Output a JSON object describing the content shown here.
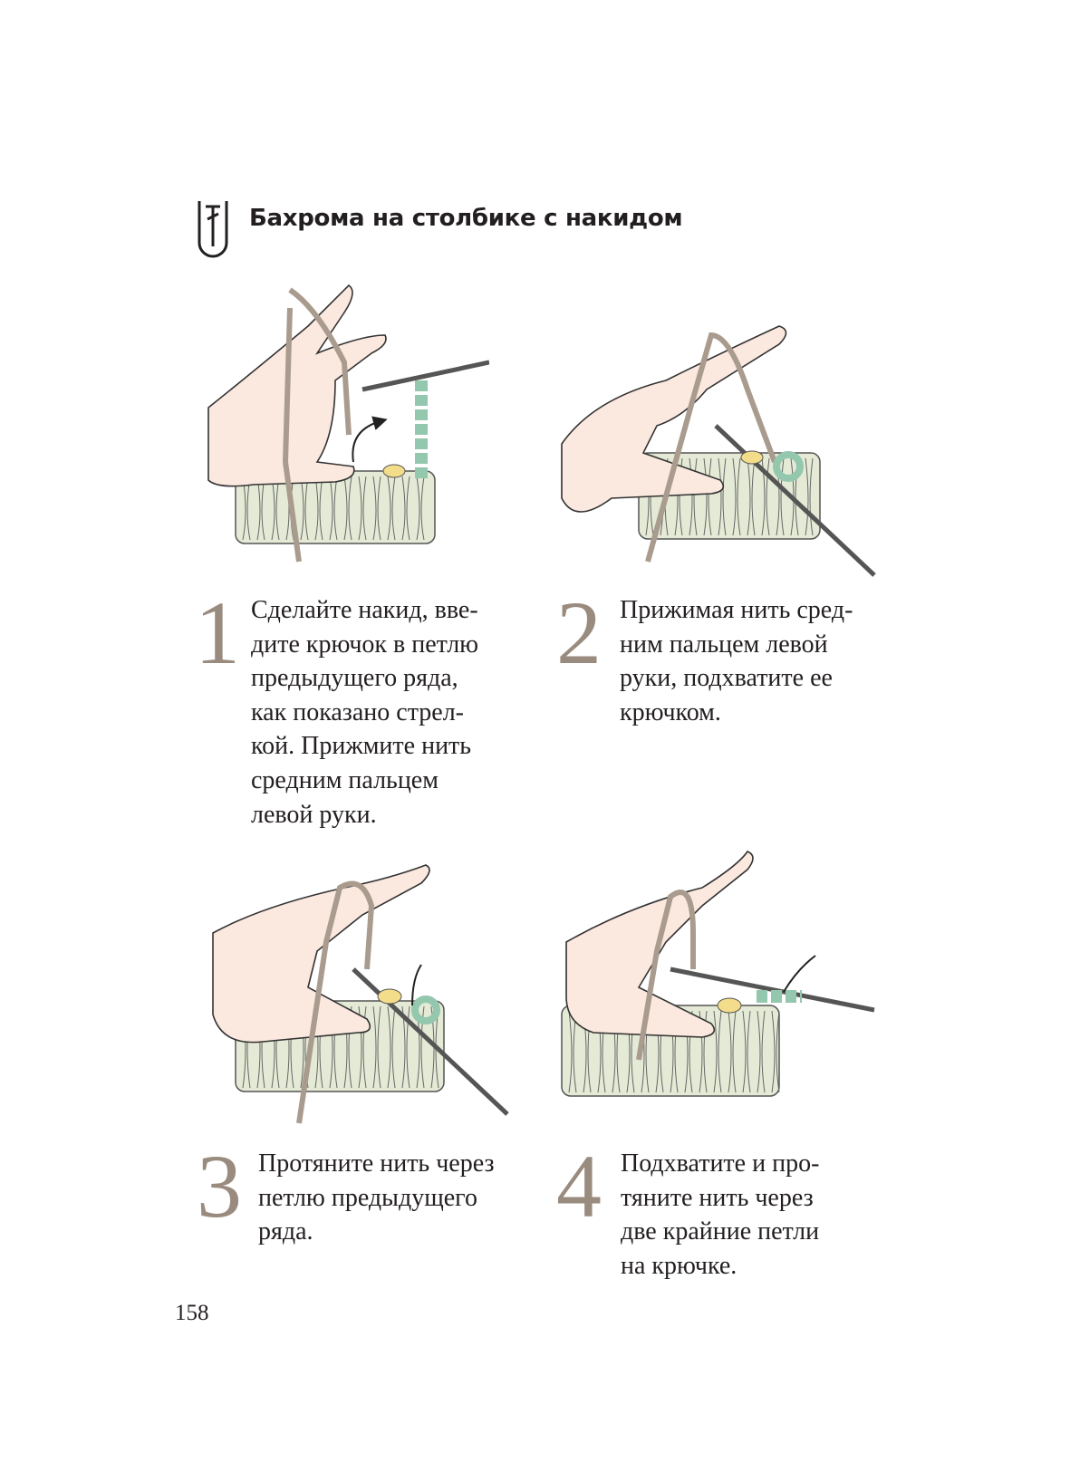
{
  "header": {
    "title": "Бахрома на столбике с накидом",
    "icon": "crochet-double-stitch-icon"
  },
  "steps": [
    {
      "number": "1",
      "lines": [
        "Сделайте накид, вве-",
        "дите крючок в петлю",
        "предыдущего ряда,",
        "как показано стрел-",
        "кой. Прижмите нить",
        "средним пальцем",
        "левой руки."
      ]
    },
    {
      "number": "2",
      "lines": [
        "Прижимая нить сред-",
        "ним пальцем левой",
        "руки, подхватите ее",
        "крючком."
      ]
    },
    {
      "number": "3",
      "lines": [
        "Протяните нить через",
        "петлю предыдущего",
        "ряда."
      ]
    },
    {
      "number": "4",
      "lines": [
        "Подхватите и про-",
        "тяните нить через",
        "две крайние петли",
        "на крючке."
      ]
    }
  ],
  "page_number": "158",
  "colors": {
    "yarn": "#a99b8e",
    "fabric": "#e4ead5",
    "skin": "#fbe8df",
    "chain": "#93c7ae",
    "marker": "#f3dc8a",
    "number": "#9a8b7f"
  }
}
